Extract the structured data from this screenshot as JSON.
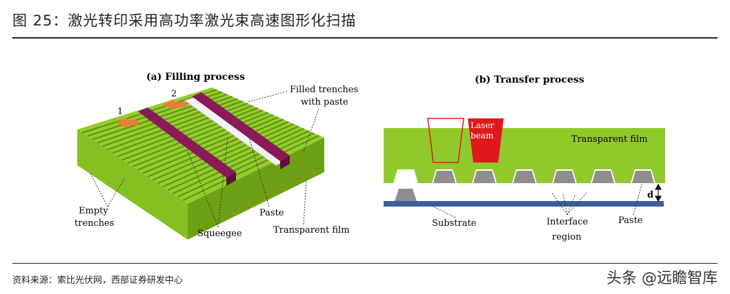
{
  "header": {
    "title": "图 25：激光转印采用高功率激光束高速图形化扫描"
  },
  "footer": {
    "source": "资料来源：索比光伏网，西部证券研发中心",
    "watermark": "头条 @远瞻智库"
  },
  "panel_a": {
    "title": "(a) Filling process",
    "arrow1": "1",
    "arrow2": "2",
    "filled_trenches_1": "Filled trenches",
    "filled_trenches_2": "with paste",
    "empty_trenches_1": "Empty",
    "empty_trenches_2": "trenches",
    "squeegee": "Squeegee",
    "paste": "Paste",
    "transparent_film": "Transparent film"
  },
  "panel_b": {
    "title": "(b) Transfer process",
    "laser_1": "Laser",
    "laser_2": "beam",
    "transparent_film": "Transparent film",
    "d": "d",
    "substrate": "Substrate",
    "interface_1": "Interface",
    "interface_2": "region",
    "paste": "Paste"
  },
  "colors": {
    "film_green": "#8fca2a",
    "film_dark": "#5f8f14",
    "squeegee": "#8a1a5a",
    "substrate": "#3a5e9a",
    "paste_gray": "#8e8e8e",
    "laser_red": "#e0181b",
    "arrow_orange": "#ef7a3a"
  }
}
